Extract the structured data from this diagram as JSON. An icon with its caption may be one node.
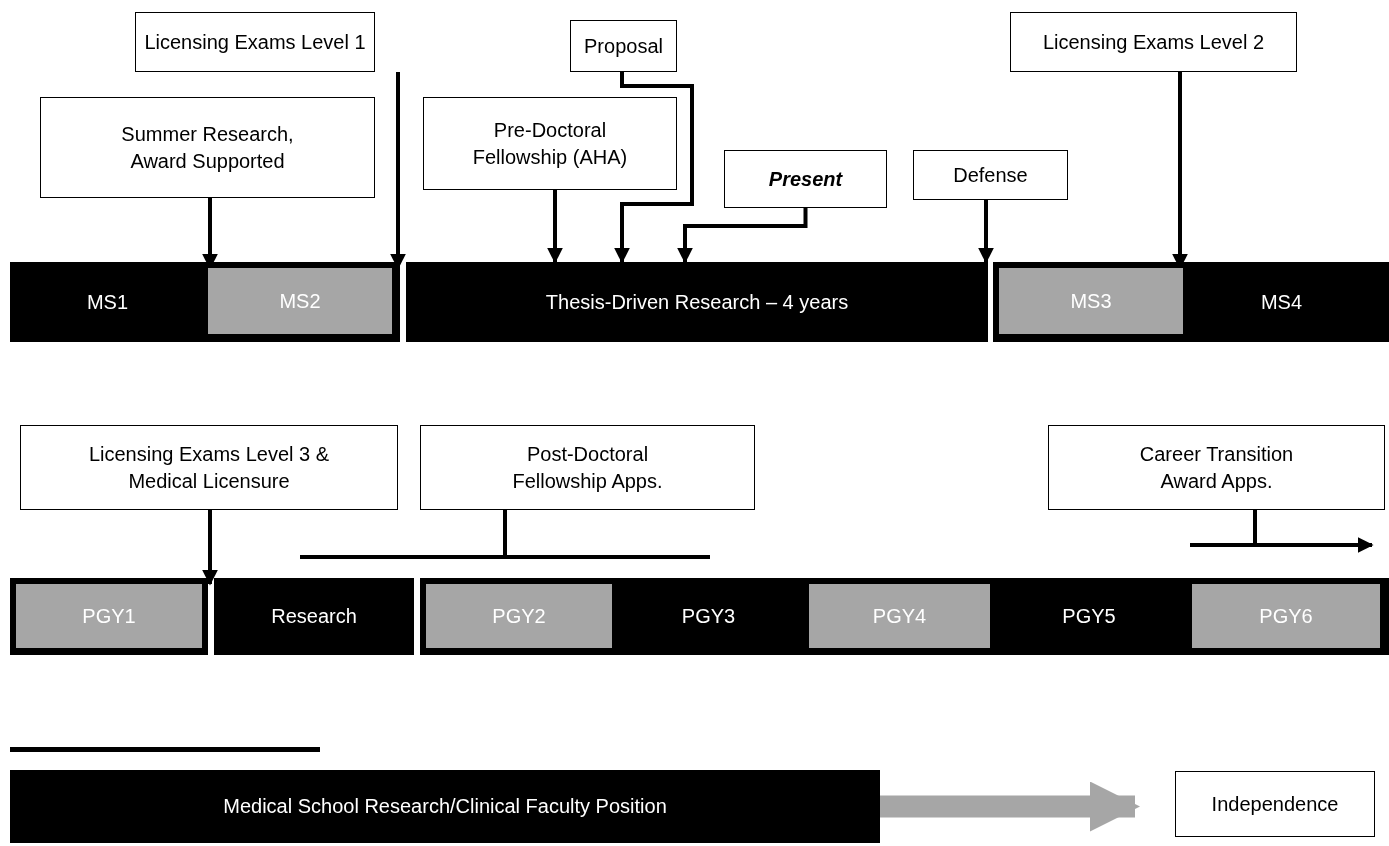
{
  "diagram": {
    "nodes": [
      {
        "text": [
          "Licensing Exams Level 1"
        ]
      },
      {
        "text": [
          "Proposal"
        ]
      },
      {
        "text": [
          "Licensing Exams Level 2"
        ]
      },
      {
        "text": [
          "Summer Research, Award Supported"
        ]
      },
      {
        "text": [
          "Pre-Doctoral Fellowship (AHA)"
        ]
      },
      {
        "text": [
          "Present"
        ]
      },
      {
        "text": [
          "Defense"
        ]
      },
      {
        "text": [
          "MS1"
        ]
      },
      {
        "text": [
          "MS2"
        ]
      },
      {
        "text": [
          "Thesis-Driven Research – 4 years"
        ]
      },
      {
        "text": [
          "MS3"
        ]
      },
      {
        "text": [
          "MS4"
        ]
      },
      {
        "text": [
          "Licensing Exams Level 3 & Medical Licensure"
        ]
      },
      {
        "text": [
          "Post-Doctoral Fellowship Apps."
        ]
      },
      {
        "text": [
          "Career Transition Award Apps."
        ]
      },
      {
        "text": [],
        "shape": "bar"
      },
      {
        "text": [
          "PGY1"
        ]
      },
      {
        "text": [
          "Research"
        ]
      },
      {
        "text": [
          "PGY2"
        ]
      },
      {
        "text": [
          "PGY3"
        ]
      },
      {
        "text": [
          "PGY4"
        ]
      },
      {
        "text": [
          "PGY5"
        ]
      },
      {
        "text": [
          "PGY6"
        ]
      },
      {
        "text": [
          "Medical School Research/Clinical Faculty Position"
        ]
      },
      {
        "text": [
          "Independence"
        ]
      }
    ],
    "edges": [
      {
        "from": 3,
        "to": 8,
        "arrow": "to"
      },
      {
        "from": 0,
        "to": 8,
        "arrow": "to"
      },
      {
        "from": 4,
        "to": 9,
        "arrow": "to"
      },
      {
        "from": 1,
        "to": 9,
        "arrow": "to"
      },
      {
        "from": 5,
        "to": 9,
        "arrow": "to"
      },
      {
        "from": 6,
        "to": 9,
        "arrow": "to"
      },
      {
        "from": 2,
        "to": 10,
        "arrow": "to"
      },
      {
        "from": 12,
        "to": 16,
        "arrow": "to"
      },
      {
        "from": 13,
        "to": 15,
        "arrow": "none"
      },
      {
        "from": 14,
        "to": 22,
        "arrow": "to"
      },
      {
        "from": 23,
        "to": 24,
        "arrow": "to",
        "style": "thick",
        "color": "#a6a6a6"
      }
    ]
  }
}
